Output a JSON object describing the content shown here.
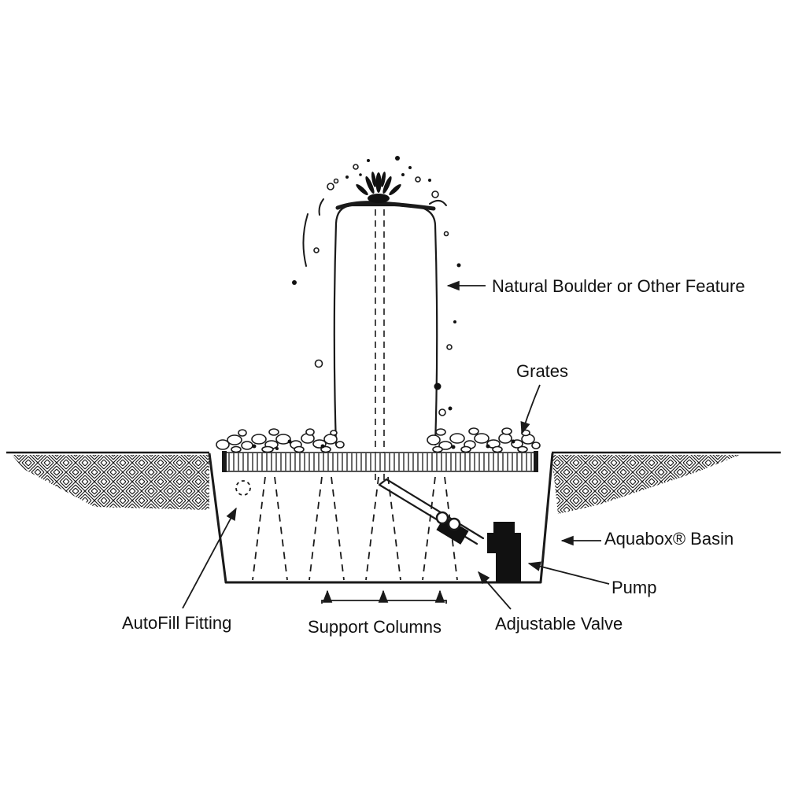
{
  "diagram": {
    "type": "fountain-installation-cross-section",
    "labels": {
      "natural_boulder": "Natural Boulder or Other Feature",
      "grates": "Grates",
      "aquabox_basin": "Aquabox® Basin",
      "pump": "Pump",
      "adjustable_valve": "Adjustable Valve",
      "support_columns": "Support Columns",
      "autofill_fitting": "AutoFill Fitting"
    },
    "colors": {
      "ink": "#1a1a1a",
      "background": "#ffffff"
    }
  }
}
